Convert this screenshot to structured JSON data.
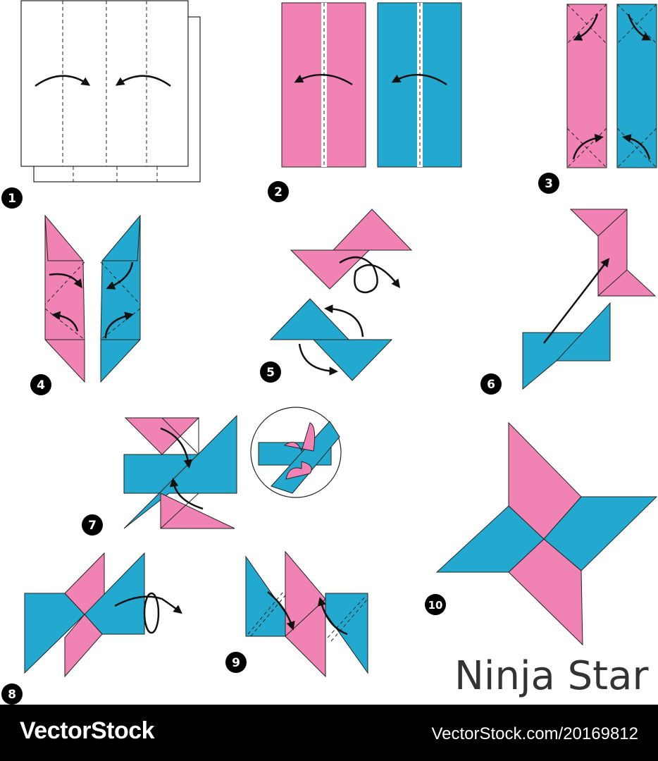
{
  "title": "Ninja Star",
  "steps": [
    "1",
    "2",
    "3",
    "4",
    "5",
    "6",
    "7",
    "8",
    "9",
    "10"
  ],
  "colors": {
    "pink": "#f083b4",
    "blue": "#23a9cf",
    "footer": "#000000"
  },
  "footer": {
    "brand": "VectorStock",
    "url": "VectorStock.com/20169812"
  }
}
